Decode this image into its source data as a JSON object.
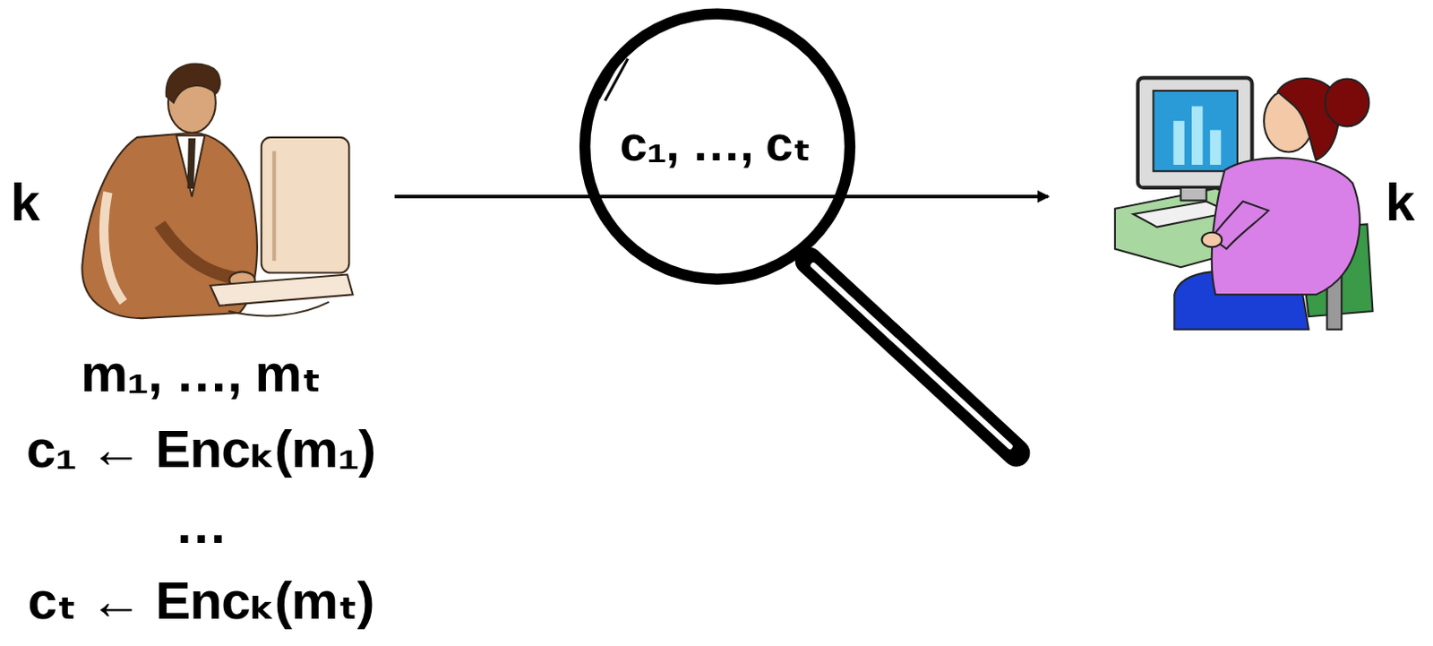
{
  "diagram": {
    "nodes": [
      {
        "text": [
          "k",
          "m₁, …, mₜ",
          "c₁ ← Encₖ(m₁)",
          "…",
          "cₜ ← Encₖ(mₜ)"
        ]
      },
      {
        "text": [
          "k"
        ]
      }
    ],
    "edges": [
      {
        "from": 0,
        "to": 1,
        "arrow": "to",
        "label": "c₁, …, cₜ"
      }
    ]
  }
}
